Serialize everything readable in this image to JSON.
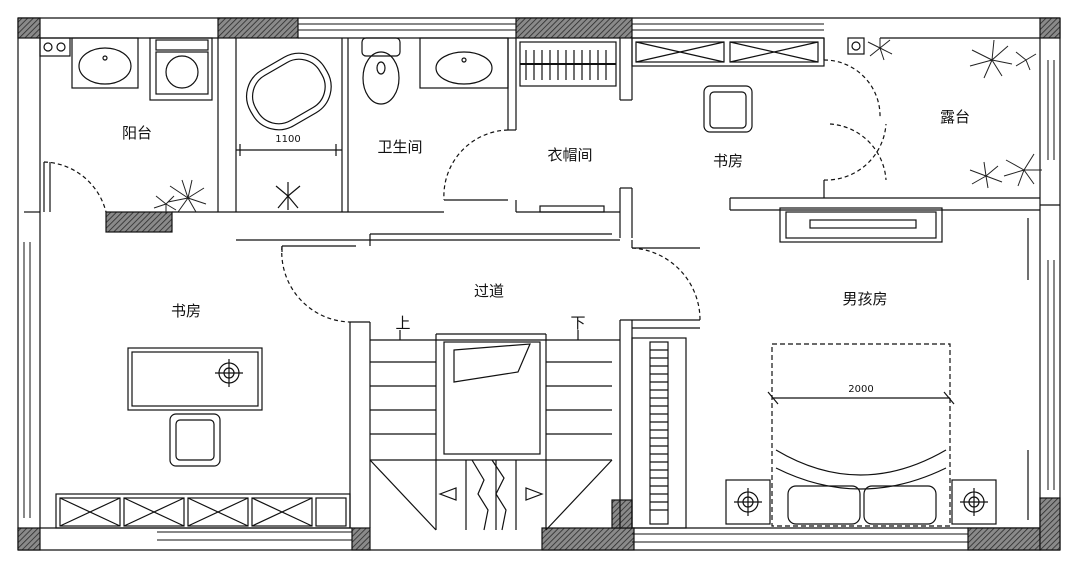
{
  "rooms": {
    "balcony": "阳台",
    "bathroom": "卫生间",
    "closet": "衣帽间",
    "study_upper": "书房",
    "terrace": "露台",
    "corridor": "过道",
    "study_lower": "书房",
    "boys_room": "男孩房"
  },
  "stairs": {
    "up": "上",
    "down": "下"
  },
  "dimensions": {
    "bathtub_width": "1100",
    "bed_length": "2000"
  },
  "colors": {
    "wall_hatch": "#555555",
    "line": "#111111",
    "plant": "#222222"
  }
}
